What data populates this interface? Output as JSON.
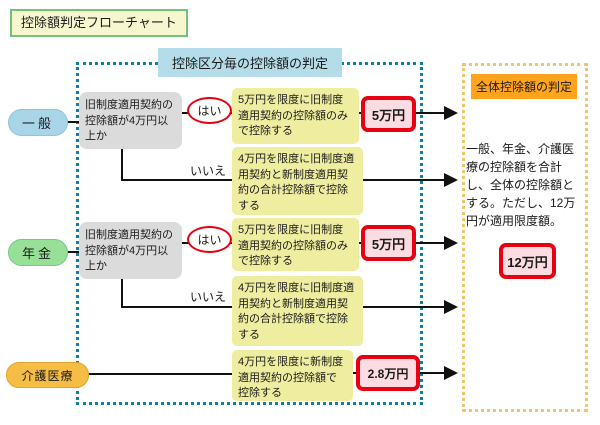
{
  "title": "控除額判定フローチャート",
  "category_panel": {
    "header": "控除区分毎の控除額の判定",
    "yes_label": "はい",
    "no_label": "いいえ"
  },
  "categories": {
    "general": {
      "label": "一般"
    },
    "pension": {
      "label": "年金"
    },
    "care": {
      "label": "介護医療"
    }
  },
  "questions": {
    "general": "旧制度適用契約の控除額が4万円以上か",
    "pension": "旧制度適用契約の控除額が4万円以上か"
  },
  "actions": {
    "general_yes": "5万円を限度に旧制度適用契約の控除額のみで控除する",
    "general_no": "4万円を限度に旧制度適用契約と新制度適用契約の合計控除額で控除する",
    "pension_yes": "5万円を限度に旧制度適用契約の控除額のみで控除する",
    "pension_no": "4万円を限度に旧制度適用契約と新制度適用契約の合計控除額で控除する",
    "care": "4万円を限度に新制度適用契約の控除額で控除する"
  },
  "results": {
    "general_yes": "5万円",
    "pension_yes": "5万円",
    "care": "2.8万円",
    "total_limit": "12万円"
  },
  "total_panel": {
    "header": "全体控除額の判定",
    "description": "一般、年金、介護医療の控除額を合計し、全体の控除額とする。ただし、12万円が適用限度額。"
  },
  "colors": {
    "teal": "#0f80a0",
    "blue-header-bg": "#b5dce9",
    "yellow-box": "#efeda0",
    "gray-box": "#dbdbdb",
    "red": "#e60012",
    "result-bg": "#fbdce2",
    "pill-general": "#a8d6e8",
    "pill-pension": "#98e098",
    "pill-care": "#f5bd44",
    "orange-dotted": "#f0c471",
    "orange-header": "#ffa41c",
    "green-border": "#74c274",
    "title-bg": "#f6f7cf",
    "line": "#111111"
  }
}
